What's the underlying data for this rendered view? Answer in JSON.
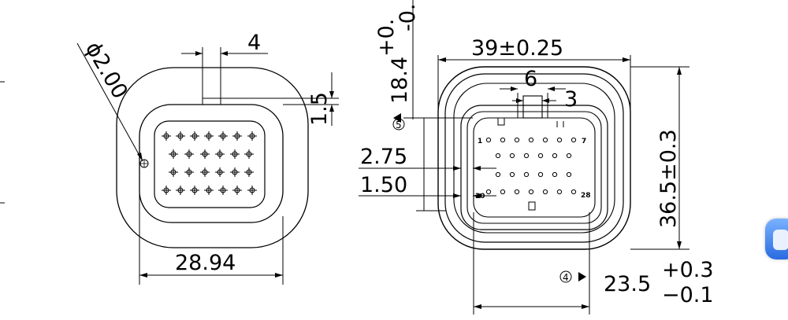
{
  "left_view": {
    "dims": {
      "phi": "ϕ2.00",
      "top": "4",
      "right": "1.5",
      "bottom": "28.94"
    }
  },
  "right_view": {
    "dims": {
      "top_rot": "18.4",
      "top_rot_tol": "+0.",
      "top_rot_tol2": "-0.",
      "width": "39±0.25",
      "tab": "6",
      "tab_r": "3",
      "left1": "2.75",
      "left2": "1.50",
      "height": "36.5±0.3",
      "bottom": "23.5",
      "bottom_tol_plus": "+0.3",
      "bottom_tol_minus": "−0.1"
    },
    "pins": {
      "p1": "1",
      "p7": "7",
      "p20": "20",
      "p28": "28"
    },
    "callouts": {
      "c5": "5",
      "c4": "4"
    }
  },
  "widget": {
    "icon": "assistant-icon"
  }
}
